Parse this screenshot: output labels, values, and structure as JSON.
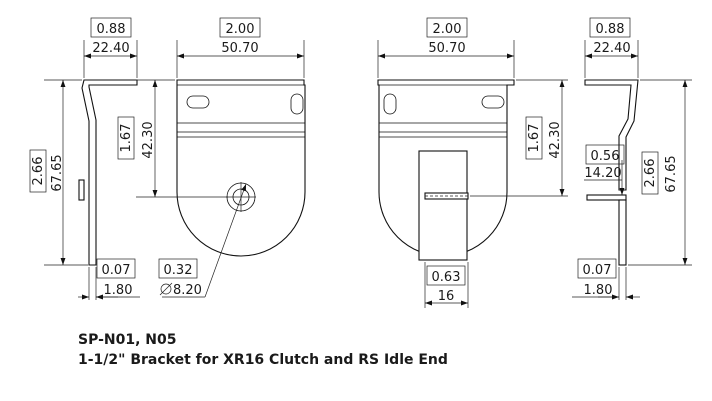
{
  "caption": {
    "line1": "SP-N01, N05",
    "line2": "1-1/2\" Bracket for XR16 Clutch and RS Idle End"
  },
  "dims": {
    "left_side": {
      "top_in": "0.88",
      "top_mm": "22.40",
      "height_in": "2.66",
      "height_mm": "67.65",
      "thick_in": "0.07",
      "thick_mm": "1.80"
    },
    "front": {
      "width_in": "2.00",
      "width_mm": "50.70",
      "hole_h_in": "1.67",
      "hole_h_mm": "42.30",
      "dia_in": "0.32",
      "dia_mm": "8.20"
    },
    "rear": {
      "width_in": "2.00",
      "width_mm": "50.70",
      "height_in": "1.67",
      "height_mm": "42.30",
      "slot_in": "0.63",
      "slot_mm": "16"
    },
    "right_side": {
      "top_in": "0.88",
      "top_mm": "22.40",
      "height_in": "2.66",
      "height_mm": "67.65",
      "mid_in": "0.56",
      "mid_mm": "14.20",
      "thick_in": "0.07",
      "thick_mm": "1.80"
    }
  }
}
